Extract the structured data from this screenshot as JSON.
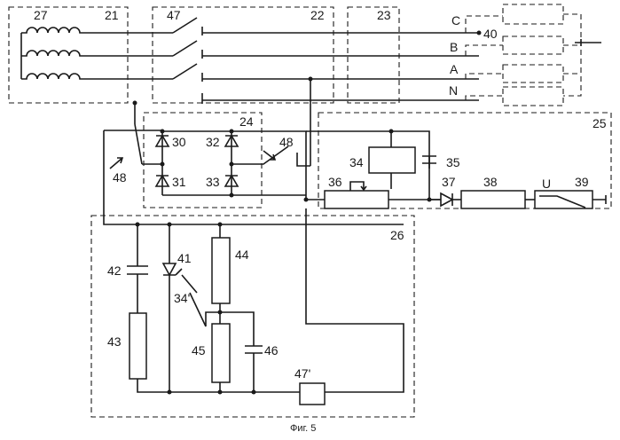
{
  "caption": "Фиг. 5",
  "blocks": {
    "b21": "21",
    "b22": "22",
    "b23": "23",
    "b24": "24",
    "b25": "25",
    "b26": "26"
  },
  "components": {
    "c27": "27",
    "c47": "47",
    "c30": "30",
    "c31": "31",
    "c32": "32",
    "c33": "33",
    "c48a": "48",
    "c48b": "48",
    "c34": "34",
    "c35": "35",
    "c36": "36",
    "c37": "37",
    "c38": "38",
    "c39": "39",
    "c40": "40",
    "c41": "41",
    "c42": "42",
    "c43": "43",
    "c44": "44",
    "c45": "45",
    "c46": "46",
    "c34p": "34'",
    "c47p": "47'",
    "u": "U"
  },
  "phases": {
    "c": "C",
    "b": "B",
    "a": "A",
    "n": "N"
  }
}
